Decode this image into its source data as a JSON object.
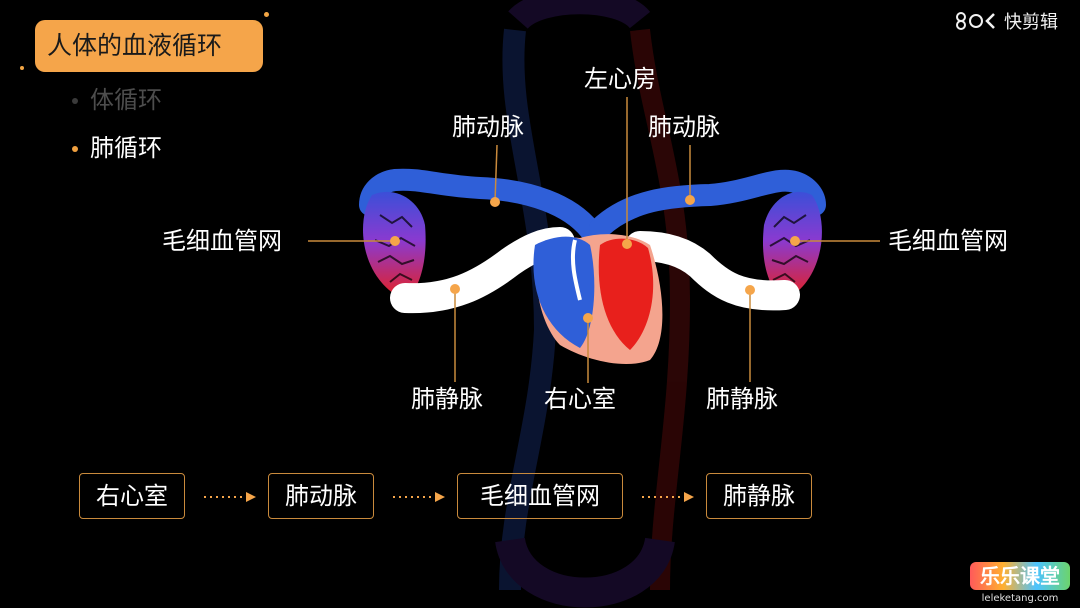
{
  "header": {
    "title": "人体的血液循环",
    "nav_items": [
      {
        "label": "体循环",
        "state": "inactive"
      },
      {
        "label": "肺循环",
        "state": "active"
      }
    ]
  },
  "diagram": {
    "labels": {
      "left_atrium": "左心房",
      "pulmonary_artery_left": "肺动脉",
      "pulmonary_artery_right": "肺动脉",
      "capillary_left": "毛细血管网",
      "capillary_right": "毛细血管网",
      "pulmonary_vein_left": "肺静脉",
      "right_ventricle": "右心室",
      "pulmonary_vein_right": "肺静脉"
    },
    "colors": {
      "venous_blue": "#2f5fd8",
      "arterial_red": "#e8201c",
      "oxygenated_white": "#ffffff",
      "accent_orange": "#f5a54a",
      "leader_line": "#c98a3c"
    }
  },
  "flow": {
    "steps": [
      "右心室",
      "肺动脉",
      "毛细血管网",
      "肺静脉"
    ],
    "arrow_icon": "dotted-arrow-right"
  },
  "watermark": {
    "text": "快剪辑",
    "icon": "kuaijianji-logo-icon"
  },
  "brand": {
    "name": "乐乐课堂",
    "url": "leleketang.com"
  }
}
